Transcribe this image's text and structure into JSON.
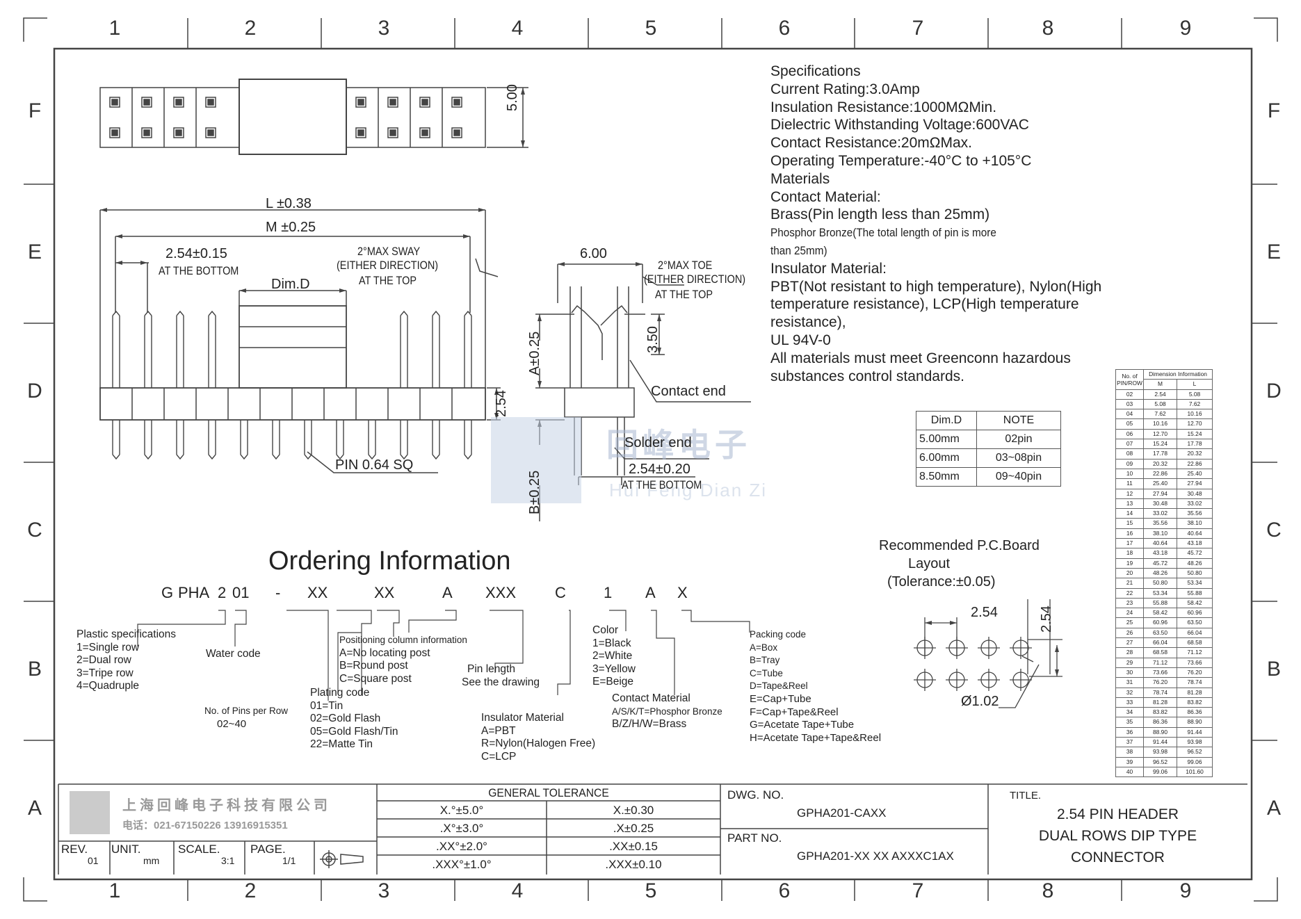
{
  "border": {
    "columns": [
      "1",
      "2",
      "3",
      "4",
      "5",
      "6",
      "7",
      "8",
      "9"
    ],
    "rows": [
      "F",
      "E",
      "D",
      "C",
      "B",
      "A"
    ]
  },
  "specs": {
    "lines": [
      "Specifications",
      "Current Rating:3.0Amp",
      "Insulation Resistance:1000MΩMin.",
      "Dielectric Withstanding Voltage:600VAC",
      "Contact Resistance:20mΩMax.",
      "Operating Temperature:-40°C to +105°C",
      "Materials",
      "Contact Material:",
      "Brass(Pin length less than 25mm)"
    ],
    "phosphor_1": "Phosphor Bronze(The total length of pin is more",
    "phosphor_2": "than 25mm)",
    "lines2": [
      "Insulator Material:",
      "PBT(Not resistant to high temperature),  Nylon(High",
      "temperature resistance), LCP(High temperature",
      "resistance),",
      "UL 94V-0",
      "All materials must meet Greenconn hazardous",
      "substances control standards."
    ]
  },
  "front_view": {
    "height": "5.00"
  },
  "side_view": {
    "l": "L ±0.38",
    "m": "M ±0.25",
    "pitch": "2.54±0.15",
    "pitch_note": "AT THE BOTTOM",
    "sway_1": "2°MAX SWAY",
    "sway_2": "(EITHER DIRECTION)",
    "sway_3": "AT THE TOP",
    "dimd": "Dim.D",
    "row_h": "2.54",
    "pin": "PIN 0.64 SQ"
  },
  "end_view": {
    "width": "6.00",
    "toe_1": "2°MAX TOE",
    "toe_2": "(EITHER DIRECTION)",
    "toe_3": "AT THE TOP",
    "a": "A±0.25",
    "h": "3.50",
    "b": "B±0.25",
    "contact": "Contact end",
    "solder": "Solder end",
    "pitch": "2.54±0.20",
    "pitch_note": "AT THE BOTTOM"
  },
  "watermark": {
    "cn": "回峰电子",
    "en": "Hui Feng Dian Zi"
  },
  "dimd_table": {
    "headers": [
      "Dim.D",
      "NOTE"
    ],
    "rows": [
      [
        "5.00mm",
        "02pin"
      ],
      [
        "6.00mm",
        "03~08pin"
      ],
      [
        "8.50mm",
        "09~40pin"
      ]
    ]
  },
  "pcb": {
    "title_1": "Recommended P.C.Board",
    "title_2": "Layout",
    "title_3": "(Tolerance:±0.05)",
    "pitch_x": "2.54",
    "pitch_y": "2.54",
    "hole": "Ø1.02"
  },
  "pin_table": {
    "header_1": "No. of",
    "header_2": "PIN/ROW",
    "header_info": "Dimension Information",
    "col_m": "M",
    "col_l": "L",
    "rows": [
      [
        "02",
        "2.54",
        "5.08"
      ],
      [
        "03",
        "5.08",
        "7.62"
      ],
      [
        "04",
        "7.62",
        "10.16"
      ],
      [
        "05",
        "10.16",
        "12.70"
      ],
      [
        "06",
        "12.70",
        "15.24"
      ],
      [
        "07",
        "15.24",
        "17.78"
      ],
      [
        "08",
        "17.78",
        "20.32"
      ],
      [
        "09",
        "20.32",
        "22.86"
      ],
      [
        "10",
        "22.86",
        "25.40"
      ],
      [
        "11",
        "25.40",
        "27.94"
      ],
      [
        "12",
        "27.94",
        "30.48"
      ],
      [
        "13",
        "30.48",
        "33.02"
      ],
      [
        "14",
        "33.02",
        "35.56"
      ],
      [
        "15",
        "35.56",
        "38.10"
      ],
      [
        "16",
        "38.10",
        "40.64"
      ],
      [
        "17",
        "40.64",
        "43.18"
      ],
      [
        "18",
        "43.18",
        "45.72"
      ],
      [
        "19",
        "45.72",
        "48.26"
      ],
      [
        "20",
        "48.26",
        "50.80"
      ],
      [
        "21",
        "50.80",
        "53.34"
      ],
      [
        "22",
        "53.34",
        "55.88"
      ],
      [
        "23",
        "55.88",
        "58.42"
      ],
      [
        "24",
        "58.42",
        "60.96"
      ],
      [
        "25",
        "60.96",
        "63.50"
      ],
      [
        "26",
        "63.50",
        "66.04"
      ],
      [
        "27",
        "66.04",
        "68.58"
      ],
      [
        "28",
        "68.58",
        "71.12"
      ],
      [
        "29",
        "71.12",
        "73.66"
      ],
      [
        "30",
        "73.66",
        "76.20"
      ],
      [
        "31",
        "76.20",
        "78.74"
      ],
      [
        "32",
        "78.74",
        "81.28"
      ],
      [
        "33",
        "81.28",
        "83.82"
      ],
      [
        "34",
        "83.82",
        "86.36"
      ],
      [
        "35",
        "86.36",
        "88.90"
      ],
      [
        "36",
        "88.90",
        "91.44"
      ],
      [
        "37",
        "91.44",
        "93.98"
      ],
      [
        "38",
        "93.98",
        "96.52"
      ],
      [
        "39",
        "96.52",
        "99.06"
      ],
      [
        "40",
        "99.06",
        "101.60"
      ]
    ]
  },
  "ordering": {
    "title": "Ordering Information",
    "code": [
      "G",
      "PHA",
      "2",
      "01",
      "-",
      "XX",
      "XX",
      "A",
      "XXX",
      "C",
      "1",
      "A",
      "X"
    ],
    "plastic": [
      "Plastic specifications",
      "1=Single row",
      "2=Dual row",
      "3=Tripe row",
      "4=Quadruple"
    ],
    "water": "Water code",
    "pins": [
      "No. of Pins per Row",
      "02~40"
    ],
    "plating": [
      "Plating code",
      "01=Tin",
      "02=Gold Flash",
      "05=Gold Flash/Tin",
      "22=Matte Tin"
    ],
    "position": [
      "Positioning column information",
      "A=No locating post",
      "B=Round post",
      "C=Square post"
    ],
    "pinlen": [
      "Pin length",
      "See the drawing"
    ],
    "insulator": [
      "Insulator Material",
      "A=PBT",
      "R=Nylon(Halogen Free)",
      "C=LCP"
    ],
    "color": [
      "Color",
      "1=Black",
      "2=White",
      "3=Yellow",
      "E=Beige"
    ],
    "contact": [
      "Contact Material",
      "A/S/K/T=Phosphor Bronze",
      "B/Z/H/W=Brass"
    ],
    "packing": [
      "Packing code",
      "A=Box",
      "B=Tray",
      "C=Tube",
      "D=Tape&Reel",
      "E=Cap+Tube",
      "F=Cap+Tape&Reel",
      "G=Acetate Tape+Tube",
      "H=Acetate Tape+Tape&Reel"
    ]
  },
  "titleblock": {
    "company": "上海回峰电子科技有限公司",
    "phone": "电话：021-67150226  13916915351",
    "rev_label": "REV.",
    "rev": "01",
    "unit_label": "UNIT.",
    "unit": "mm",
    "scale_label": "SCALE.",
    "scale": "3:1",
    "page_label": "PAGE.",
    "page": "1/1",
    "tol_title": "GENERAL TOLERANCE",
    "tol": [
      [
        "X.°±5.0°",
        "X.±0.30"
      ],
      [
        ".X°±3.0°",
        ".X±0.25"
      ],
      [
        ".XX°±2.0°",
        ".XX±0.15"
      ],
      [
        ".XXX°±1.0°",
        ".XXX±0.10"
      ]
    ],
    "dwg_label": "DWG. NO.",
    "dwg": "GPHA201-CAXX",
    "part_label": "PART NO.",
    "part": "GPHA201-XX XX AXXXC1AX",
    "title_label": "TITLE.",
    "title": [
      "2.54 PIN HEADER",
      "DUAL ROWS DIP TYPE",
      "CONNECTOR"
    ]
  }
}
